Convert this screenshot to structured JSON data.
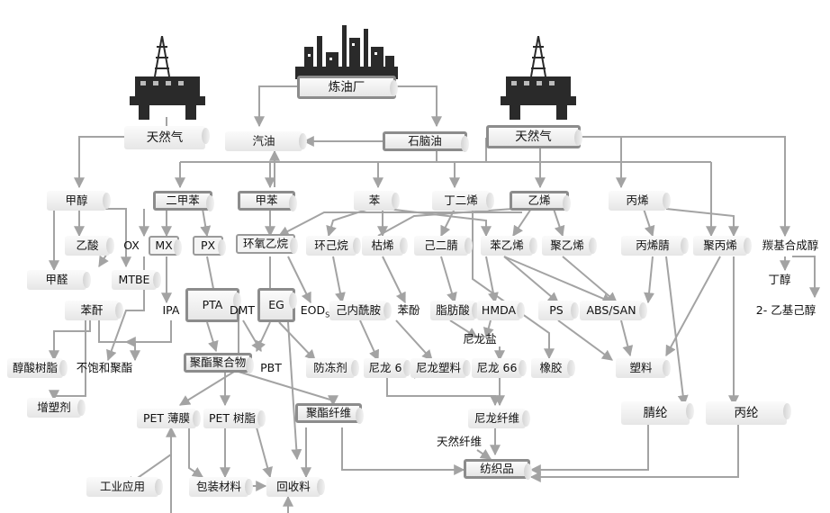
{
  "diagram": {
    "nodes": {
      "refinery": "炼油厂",
      "natgas_left": "天然气",
      "natgas_right": "天然气",
      "gasoline": "汽油",
      "naphtha": "石脑油",
      "methanol": "甲醇",
      "xylene": "二甲苯",
      "toluene": "甲苯",
      "benzene": "苯",
      "butadiene": "丁二烯",
      "ethylene": "乙烯",
      "propylene": "丙烯",
      "acetic_acid": "乙酸",
      "ox": "OX",
      "mx": "MX",
      "px": "PX",
      "ethylene_oxide": "环氧乙烷",
      "cyclohexane": "环己烷",
      "cyclohexene": "枯烯",
      "adiponitrile": "己二腈",
      "styrene": "苯乙烯",
      "polystyrene": "聚乙烯",
      "acrylonitrile": "丙烯腈",
      "polypropylene": "聚丙烯",
      "oxo_alcohol": "羰基合成醇",
      "formaldehyde": "甲醛",
      "mtbe": "MTBE",
      "butanol": "丁醇",
      "phthalic_anhydride": "苯酐",
      "ipa": "IPA",
      "pta": "PTA",
      "dmt": "DMT",
      "eg": "EG",
      "eod_main": "EOD",
      "eod_sub": "S",
      "caprolactam": "己内酰胺",
      "phenol": "苯酚",
      "adipic_acid": "脂肪酸",
      "hmda": "HMDA",
      "ps": "PS",
      "abs_san": "ABS/SAN",
      "ethylhexanol": "2- 乙基己醇",
      "nylon_salt": "尼龙盐",
      "alkyd": "醇酸树脂",
      "unsat_polyester": "不饱和聚酯",
      "polyester_poly": "聚酯聚合物",
      "pbt": "PBT",
      "antifreeze": "防冻剂",
      "nylon6": "尼龙 6",
      "nylon_plastic": "尼龙塑料",
      "nylon66": "尼龙 66",
      "rubber": "橡胶",
      "plastics": "塑料",
      "plasticizer": "增塑剂",
      "pet_film": "PET 薄膜",
      "pet_resin": "PET 树脂",
      "polyester_fiber": "聚酯纤维",
      "nylon_fiber": "尼龙纤维",
      "acrylic_fiber": "腈纶",
      "pp_fiber": "丙纶",
      "natural_fiber": "天然纤维",
      "textiles": "纺织品",
      "industrial": "工业应用",
      "packaging": "包装材料",
      "recycled": "回收料"
    },
    "colors": {
      "line": "#a3a3a3",
      "highlight_border": "#8c8c8c",
      "node_fill": "#eeeeee",
      "text": "#111111"
    },
    "icons": [
      "refinery-icon",
      "offshore-platform-icon",
      "offshore-platform-icon"
    ]
  }
}
